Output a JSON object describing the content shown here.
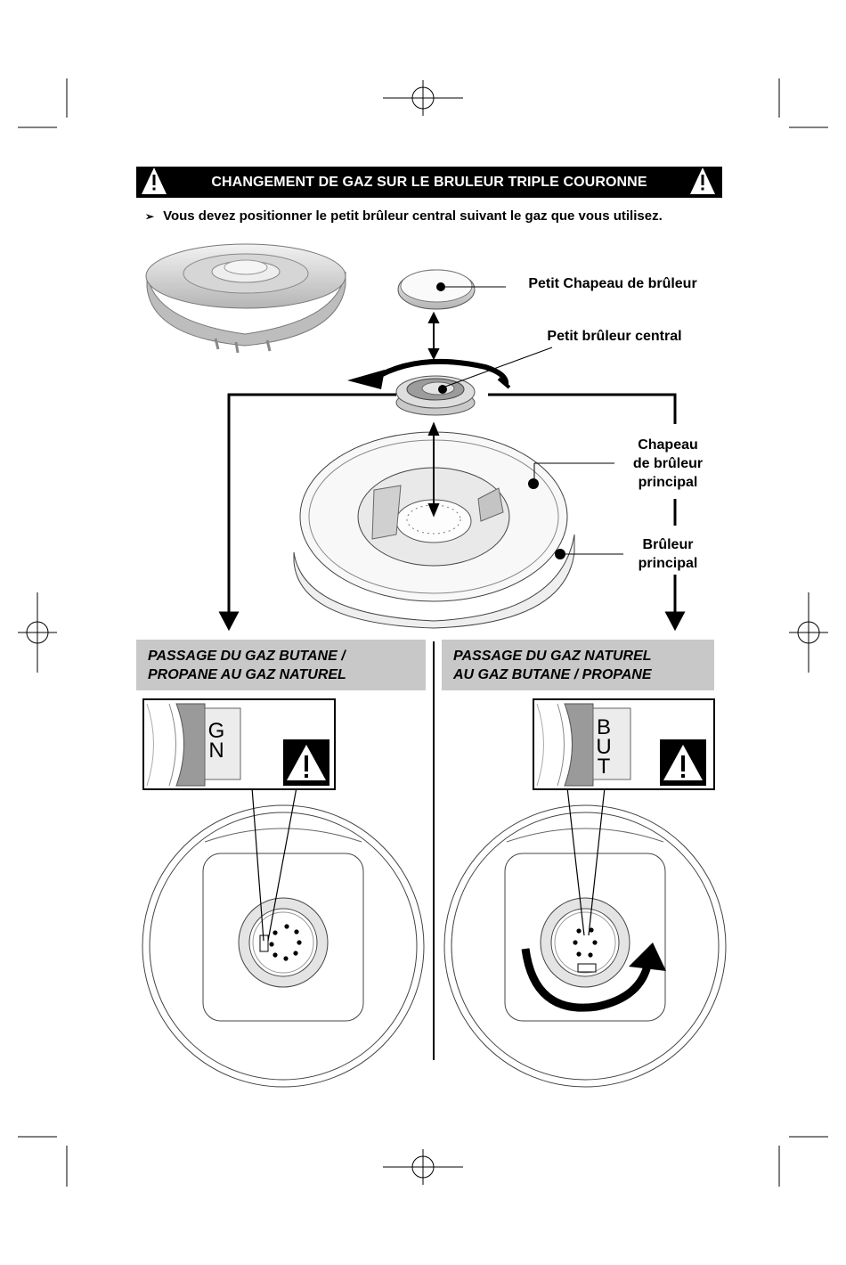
{
  "banner": {
    "title": "CHANGEMENT DE GAZ SUR LE BRULEUR TRIPLE COURONNE",
    "warning_icon": "warning-triangle-icon"
  },
  "instruction": {
    "bullet": "➢",
    "text": "Vous devez positionner le petit brûleur central suivant le gaz que vous utilisez."
  },
  "labels": {
    "petit_chapeau": "Petit Chapeau de brûleur",
    "petit_bruleur": "Petit brûleur central",
    "chapeau_principal": [
      "Chapeau",
      "de brûleur",
      "principal"
    ],
    "bruleur_principal": [
      "Brûleur",
      "principal"
    ]
  },
  "sections": [
    {
      "title_lines": [
        "PASSAGE DU GAZ BUTANE /",
        "PROPANE AU GAZ NATUREL"
      ],
      "marker_letters": [
        "G",
        "N"
      ],
      "warning_icon": "exclamation-warning-icon"
    },
    {
      "title_lines": [
        "PASSAGE DU GAZ NATUREL",
        "AU GAZ BUTANE / PROPANE"
      ],
      "marker_letters": [
        "B",
        "U",
        "T"
      ],
      "warning_icon": "exclamation-warning-icon"
    }
  ]
}
